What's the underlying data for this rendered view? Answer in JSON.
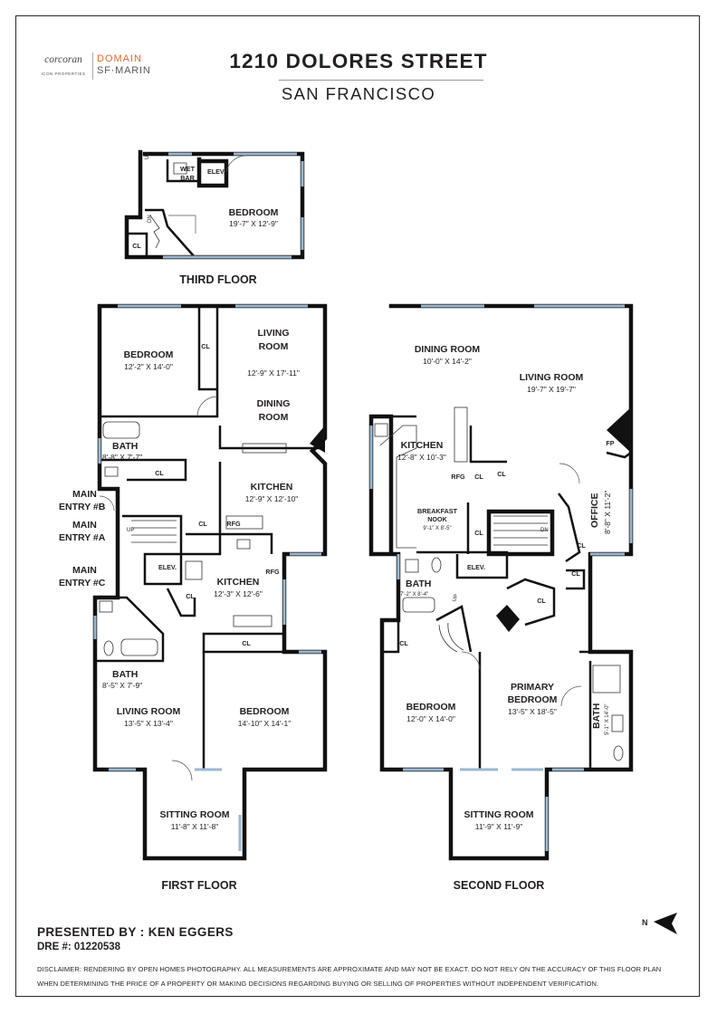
{
  "brand": {
    "corcoran": "corcoran",
    "corcoran_sub": "ICON PROPERTIES",
    "domain": "DOMAIN",
    "domain_sub": "SF·MARIN",
    "accent_color": "#e26a2c"
  },
  "header": {
    "address": "1210 DOLORES STREET",
    "city": "SAN FRANCISCO"
  },
  "third_floor": {
    "title": "THIRD FLOOR",
    "bedroom": "BEDROOM",
    "bedroom_dim": "19'-7\" X 12'-9\"",
    "wet": "WET",
    "bar": "BAR",
    "elev": "ELEV.",
    "cl": "CL",
    "up": "UP",
    "dn": "DN"
  },
  "first_floor": {
    "title": "FIRST FLOOR",
    "bedroom1": "BEDROOM",
    "bedroom1_dim": "12'-2\" X 14'-0\"",
    "living1a": "LIVING",
    "living1b": "ROOM",
    "living1_dim": "12'-9\" X 17'-11\"",
    "dining1a": "DINING",
    "dining1b": "ROOM",
    "bath1": "BATH",
    "bath1_dim": "8'-8\" X 7'-7\"",
    "kitchen1": "KITCHEN",
    "kitchen1_dim": "12'-9\" X 12'-10\"",
    "entry_b1": "MAIN",
    "entry_b2": "ENTRY #B",
    "entry_a1": "MAIN",
    "entry_a2": "ENTRY #A",
    "entry_c1": "MAIN",
    "entry_c2": "ENTRY #C",
    "kitchen2": "KITCHEN",
    "kitchen2_dim": "12'-3\" X 12'-6\"",
    "bath2": "BATH",
    "bath2_dim": "8'-5\" X 7'-9\"",
    "living2": "LIVING ROOM",
    "living2_dim": "13'-5\" X 13'-4\"",
    "bedroom2": "BEDROOM",
    "bedroom2_dim": "14'-10\" X 14'-1\"",
    "sitting": "SITTING ROOM",
    "sitting_dim": "11'-8\" X 11'-8\"",
    "cl": "CL",
    "elev": "ELEV.",
    "rfg": "RFG",
    "up": "UP"
  },
  "second_floor": {
    "title": "SECOND FLOOR",
    "dining": "DINING ROOM",
    "dining_dim": "10'-0\" X 14'-2\"",
    "living": "LIVING ROOM",
    "living_dim": "19'-7\" X 19'-7\"",
    "kitchen": "KITCHEN",
    "kitchen_dim": "12'-8\" X 10'-3\"",
    "nook1": "BREAKFAST",
    "nook2": "NOOK",
    "nook_dim": "9'-1\" X 8'-5\"",
    "office": "OFFICE",
    "office_dim": "8'-8\" X 11'-2\"",
    "fp": "FP",
    "bath": "BATH",
    "bath_dim": "7'-2\" X 8'-4\"",
    "bedroom": "BEDROOM",
    "bedroom_dim": "12'-0\" X 14'-0\"",
    "primary1": "PRIMARY",
    "primary2": "BEDROOM",
    "primary_dim": "13'-5\" X 18'-5\"",
    "bath_side": "BATH",
    "bath_side_dim": "5'-1\" X 14'-0\"",
    "sitting": "SITTING ROOM",
    "sitting_dim": "11'-9\" X 11'-9\"",
    "cl": "CL",
    "elev": "ELEV.",
    "rfg": "RFG",
    "dn": "DN",
    "up": "UP"
  },
  "compass": {
    "label": "N"
  },
  "footer": {
    "presented": "PRESENTED BY : KEN EGGERS",
    "dre": "DRE #: 01220538",
    "disclaimer": "DISCLAIMER: RENDERING BY OPEN HOMES PHOTOGRAPHY. ALL MEASUREMENTS ARE APPROXIMATE AND MAY NOT BE EXACT. DO NOT RELY ON THE ACCURACY OF THIS FLOOR PLAN WHEN DETERMINING THE PRICE OF A PROPERTY OR MAKING DECISIONS REGARDING BUYING OR SELLING OF PROPERTIES WITHOUT INDEPENDENT VERIFICATION."
  }
}
